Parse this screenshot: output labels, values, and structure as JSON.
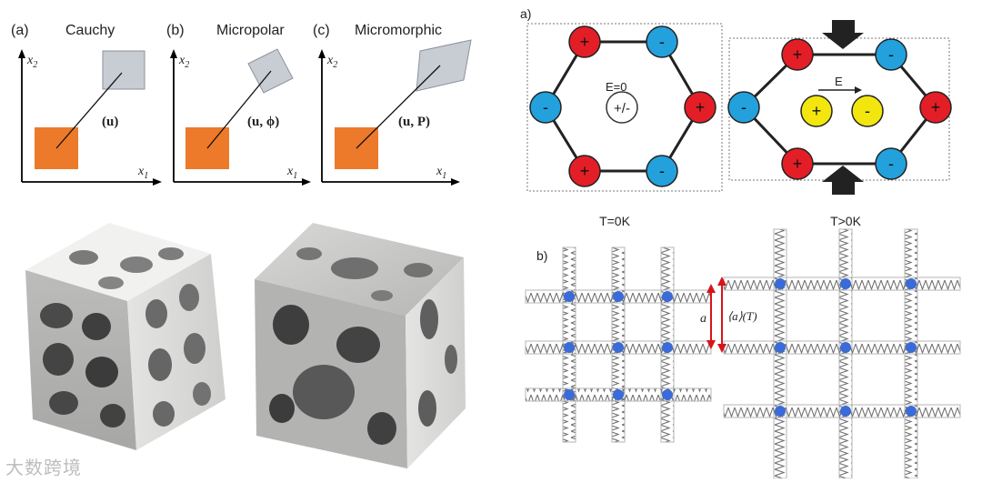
{
  "cauchy_panel": {
    "cells": [
      {
        "tag": "(a)",
        "title": "Cauchy",
        "label": "(u)"
      },
      {
        "tag": "(b)",
        "title": "Micropolar",
        "label": "(u, ϕ)"
      },
      {
        "tag": "(c)",
        "title": "Micromorphic",
        "label": "(u, P)"
      }
    ],
    "axis_x": "x",
    "axis_x_sub": "1",
    "axis_y": "x",
    "axis_y_sub": "2"
  },
  "piezo_panel": {
    "tag": "a)",
    "left": {
      "field_label": "E=0",
      "center_label": "+/-"
    },
    "right": {
      "field_label": "E",
      "plus": "+",
      "minus": "-"
    },
    "signs": {
      "plus": "+",
      "minus": "-"
    }
  },
  "lattice_panel": {
    "tag": "b)",
    "left_title": "T=0K",
    "right_title": "T>0K",
    "left_spacing_label": "a",
    "right_spacing_label": "⟨a⟩(T)"
  },
  "watermark": "大数跨境",
  "colors": {
    "orange": "#ec7a2a",
    "gray_square": "#c8ccd3",
    "red_ion": "#e41e26",
    "blue_ion": "#22a1dc",
    "yellow_ion": "#f3e60f",
    "node_blue": "#3b6bd6",
    "arrow_red": "#d8141b"
  }
}
